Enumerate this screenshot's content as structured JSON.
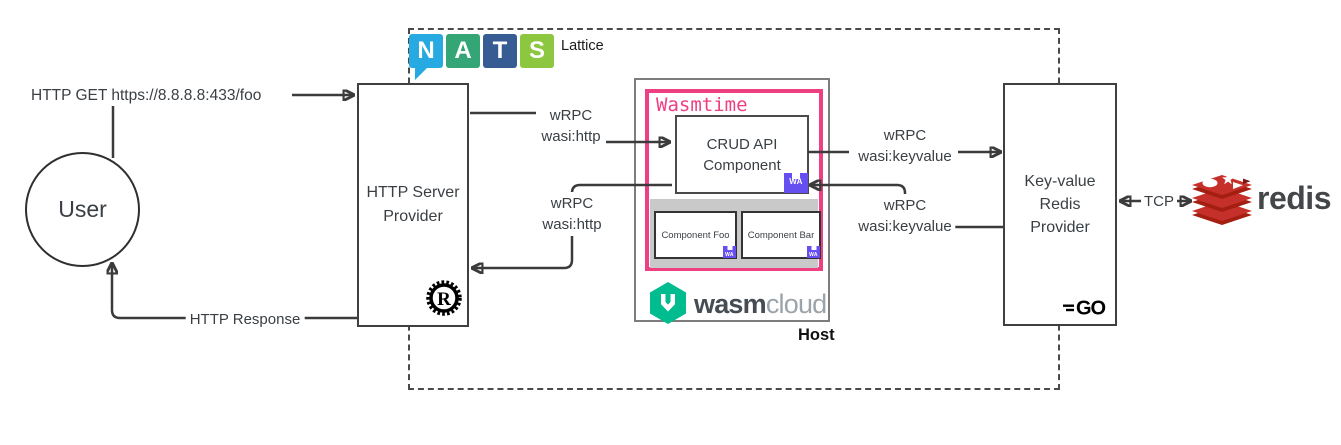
{
  "user": {
    "label": "User"
  },
  "edges": {
    "http_get": "HTTP GET https://8.8.8.8:433/foo",
    "http_response": "HTTP Response",
    "wrpc_http_request": {
      "line1": "wRPC",
      "line2": "wasi:http"
    },
    "wrpc_http_response": {
      "line1": "wRPC",
      "line2": "wasi:http"
    },
    "wrpc_keyvalue_request": {
      "line1": "wRPC",
      "line2": "wasi:keyvalue"
    },
    "wrpc_keyvalue_response": {
      "line1": "wRPC",
      "line2": "wasi:keyvalue"
    },
    "tcp": "TCP"
  },
  "nats": {
    "letters": [
      "N",
      "A",
      "T",
      "S"
    ],
    "label": "Lattice",
    "tile_colors": [
      "#27AAE1",
      "#34A574",
      "#375C93",
      "#8DC63F"
    ]
  },
  "http_server_provider": {
    "line1": "HTTP Server",
    "line2": "Provider"
  },
  "keyvalue_provider": {
    "line1": "Key-value",
    "line2": "Redis",
    "line3": "Provider"
  },
  "wasmtime": {
    "label": "Wasmtime",
    "accent_color": "#ED3F82"
  },
  "crud_component": {
    "line1": "CRUD API",
    "line2": "Component"
  },
  "components": [
    {
      "label": "Component Foo"
    },
    {
      "label": "Component Bar"
    }
  ],
  "host": {
    "label": "Host"
  },
  "logos": {
    "rust": "R",
    "go": "GO",
    "redis": "redis",
    "wasm_badge": "WA",
    "wasmcloud_wasm": "wasm",
    "wasmcloud_cloud": "cloud"
  },
  "colors": {
    "wasm_purple": "#654FF0",
    "wasmcloud_green": "#00BC8E",
    "redis_red": "#C6302B",
    "wire": "#3B3B3B"
  }
}
